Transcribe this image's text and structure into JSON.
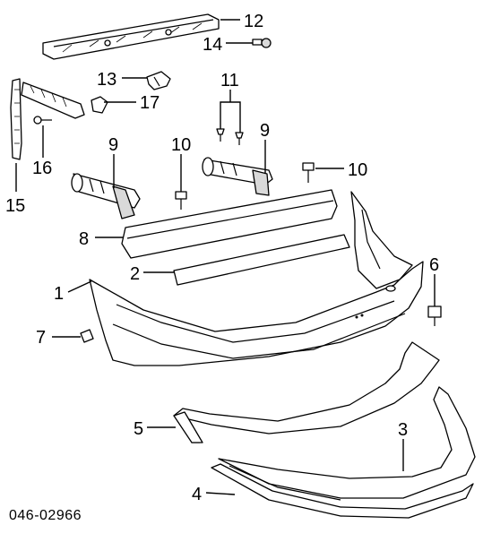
{
  "diagram": {
    "callouts": [
      {
        "id": "c12",
        "label": "12"
      },
      {
        "id": "c14",
        "label": "14"
      },
      {
        "id": "c13",
        "label": "13"
      },
      {
        "id": "c17",
        "label": "17"
      },
      {
        "id": "c11",
        "label": "11"
      },
      {
        "id": "c16",
        "label": "16"
      },
      {
        "id": "c15",
        "label": "15"
      },
      {
        "id": "c9a",
        "label": "9"
      },
      {
        "id": "c10a",
        "label": "10"
      },
      {
        "id": "c9b",
        "label": "9"
      },
      {
        "id": "c10b",
        "label": "10"
      },
      {
        "id": "c8",
        "label": "8"
      },
      {
        "id": "c2",
        "label": "2"
      },
      {
        "id": "c6",
        "label": "6"
      },
      {
        "id": "c1",
        "label": "1"
      },
      {
        "id": "c7",
        "label": "7"
      },
      {
        "id": "c5",
        "label": "5"
      },
      {
        "id": "c3",
        "label": "3"
      },
      {
        "id": "c4",
        "label": "4"
      }
    ],
    "diagram_code": "046-02966"
  }
}
